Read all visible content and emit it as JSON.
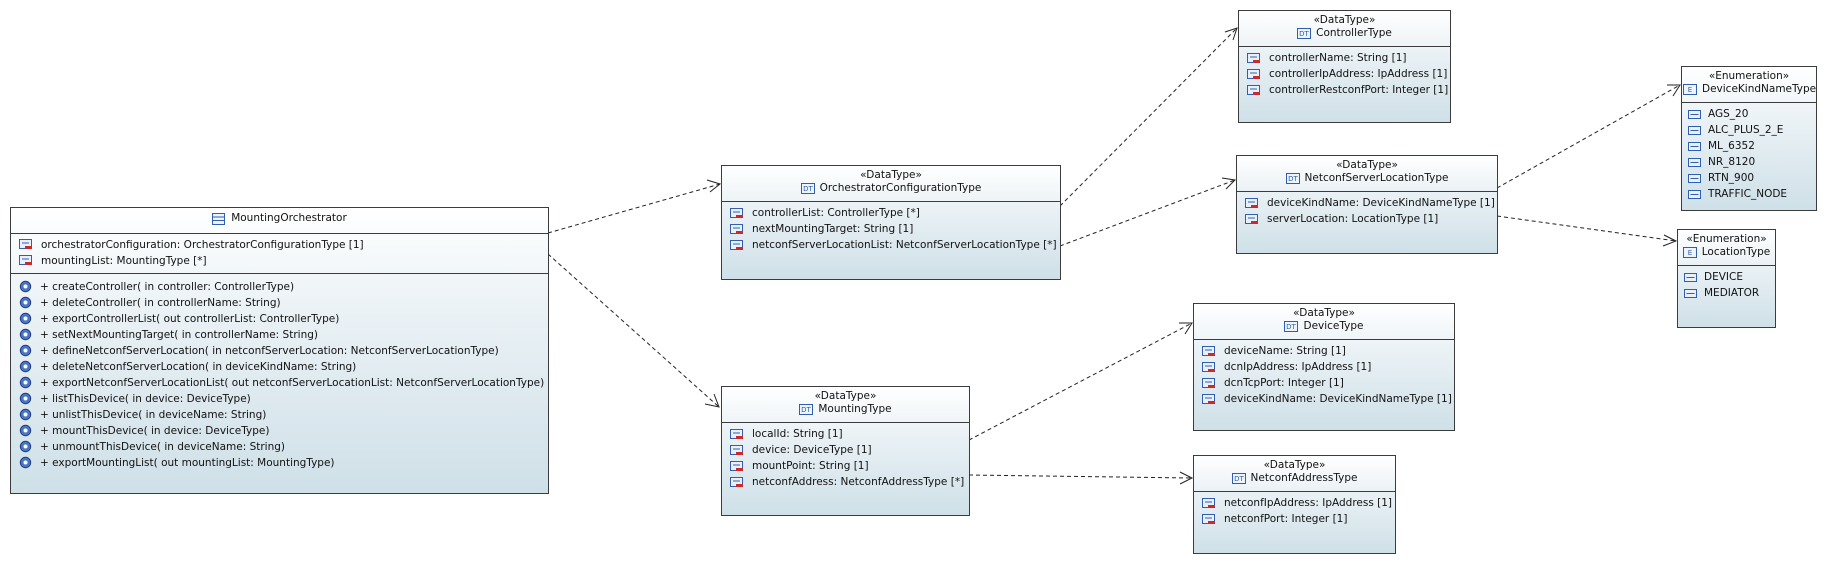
{
  "classes": {
    "mounting_orchestrator": {
      "name": "MountingOrchestrator",
      "attributes": [
        "orchestratorConfiguration: OrchestratorConfigurationType [1]",
        "mountingList: MountingType [*]"
      ],
      "operations": [
        "+ createController(  in controller: ControllerType)",
        "+ deleteController(  in controllerName: String)",
        "+ exportControllerList(  out controllerList: ControllerType)",
        "+ setNextMountingTarget(  in controllerName: String)",
        "+ defineNetconfServerLocation(  in netconfServerLocation: NetconfServerLocationType)",
        "+ deleteNetconfServerLocation(  in deviceKindName: String)",
        "+ exportNetconfServerLocationList(  out netconfServerLocationList: NetconfServerLocationType)",
        "+ listThisDevice(  in device: DeviceType)",
        "+ unlistThisDevice(  in deviceName: String)",
        "+ mountThisDevice(  in device: DeviceType)",
        "+ unmountThisDevice(  in deviceName: String)",
        "+ exportMountingList(  out mountingList: MountingType)"
      ]
    },
    "orchestrator_configuration_type": {
      "stereotype": "«DataType»",
      "name": "OrchestratorConfigurationType",
      "attributes": [
        "controllerList: ControllerType [*]",
        "nextMountingTarget: String [1]",
        "netconfServerLocationList: NetconfServerLocationType [*]"
      ]
    },
    "mounting_type": {
      "stereotype": "«DataType»",
      "name": "MountingType",
      "attributes": [
        "localId: String [1]",
        "device: DeviceType [1]",
        "mountPoint: String [1]",
        "netconfAddress: NetconfAddressType [*]"
      ]
    },
    "controller_type": {
      "stereotype": "«DataType»",
      "name": "ControllerType",
      "attributes": [
        "controllerName: String [1]",
        "controllerIpAddress: IpAddress [1]",
        "controllerRestconfPort: Integer [1]"
      ]
    },
    "netconf_server_location_type": {
      "stereotype": "«DataType»",
      "name": "NetconfServerLocationType",
      "attributes": [
        "deviceKindName: DeviceKindNameType [1]",
        "serverLocation: LocationType [1]"
      ]
    },
    "device_type": {
      "stereotype": "«DataType»",
      "name": "DeviceType",
      "attributes": [
        "deviceName: String [1]",
        "dcnIpAddress: IpAddress [1]",
        "dcnTcpPort: Integer [1]",
        "deviceKindName: DeviceKindNameType [1]"
      ]
    },
    "netconf_address_type": {
      "stereotype": "«DataType»",
      "name": "NetconfAddressType",
      "attributes": [
        "netconfIpAddress: IpAddress [1]",
        "netconfPort: Integer [1]"
      ]
    },
    "device_kind_name_type": {
      "stereotype": "«Enumeration»",
      "name": "DeviceKindNameType",
      "literals": [
        "AGS_20",
        "ALC_PLUS_2_E",
        "ML_6352",
        "NR_8120",
        "RTN_900",
        "TRAFFIC_NODE"
      ]
    },
    "location_type": {
      "stereotype": "«Enumeration»",
      "name": "LocationType",
      "literals": [
        "DEVICE",
        "MEDIATOR"
      ]
    }
  },
  "icons": {
    "class": "class-icon",
    "datatype": "datatype-icon",
    "enumeration": "enumeration-icon",
    "attribute": "attribute-icon",
    "operation": "operation-icon",
    "literal": "enum-literal-icon"
  },
  "colors": {
    "box_gradient_top": "#ffffff",
    "box_gradient_bottom": "#cfe0e8",
    "border": "#3c3c3c",
    "icon_blue": "#2f5fae",
    "icon_red": "#cc2a2a"
  }
}
